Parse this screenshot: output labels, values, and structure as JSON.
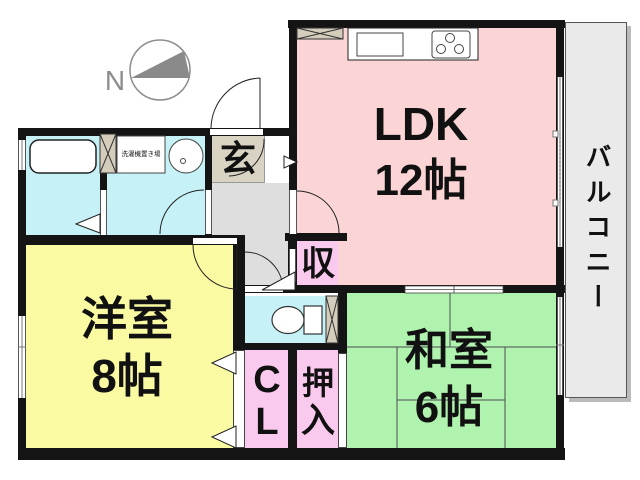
{
  "palette": {
    "wall": "#141414",
    "wet_cyan": "#c6f1f6",
    "closet_pink": "#f9c9ee",
    "ldk_pink": "#fbd5d5",
    "western_yellow": "#fafaa3",
    "japanese_green": "#aff3af",
    "entrance_beige": "#d9d3c4",
    "hallway_gray": "#dedede",
    "balcony_gray": "#eaeaea"
  },
  "compass": {
    "label": "N"
  },
  "rooms": {
    "ldk": {
      "name": "LDK",
      "size": "12帖",
      "color": "#fbd5d5"
    },
    "western": {
      "name": "洋室",
      "size": "8帖",
      "color": "#fafaa3"
    },
    "japanese": {
      "name": "和室",
      "size": "6帖",
      "color": "#aff3af"
    },
    "balcony": {
      "name": "バルコニー",
      "color": "#eaeaea"
    },
    "entrance": {
      "name": "玄",
      "color": "#d9d3c4"
    },
    "hallway": {
      "color": "#dedede"
    },
    "bathroom": {
      "color": "#c6f1f6"
    },
    "washroom": {
      "color": "#c6f1f6",
      "laundry_label": "洗濯機置き場"
    },
    "toilet": {
      "color": "#c6f1f6"
    },
    "storage": {
      "name": "収",
      "color": "#f9c9ee"
    },
    "closet": {
      "chars": [
        "C",
        "L"
      ],
      "color": "#f9c9ee"
    },
    "oshiire": {
      "chars": [
        "押",
        "入"
      ],
      "color": "#f9c9ee"
    }
  }
}
